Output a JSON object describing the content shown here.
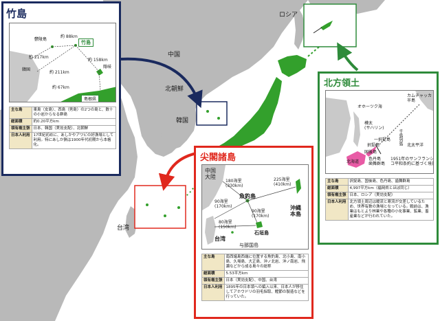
{
  "map": {
    "labels": {
      "russia": "ロシア",
      "china": "中国",
      "north_korea": "北朝鮮",
      "south_korea": "韓国",
      "taiwan": "台湾"
    },
    "colors": {
      "sea": "#ffffff",
      "land": "#b9b9b9",
      "japan": "#33a02c",
      "takeshima_frame": "#1a2a5e",
      "senkaku_frame": "#e0281d",
      "northern_frame": "#2e8b3a"
    }
  },
  "takeshima": {
    "title": "竹島",
    "inset": {
      "ulleungdo": "鬱陵島",
      "takeshima": "竹島",
      "korea": "韓国",
      "oki": "隠岐",
      "shimane": "島根県",
      "d1": "約 88km",
      "d2": "約 217km",
      "d3": "約 158km",
      "d4": "約 211km",
      "d5": "約 67km"
    },
    "table": [
      {
        "key": "主な島",
        "value": "東島（女島）、西島（男島）の2つの島と、数十の小岩からなる群島"
      },
      {
        "key": "総面積",
        "value": "約0.20平方km"
      },
      {
        "key": "領有権主張",
        "value": "日本、韓国（実効支配）、北朝鮮"
      },
      {
        "key": "日本人利用",
        "value": "17世紀初めに、あしかやアワビの好漁場として利用。特にあしか猟は1900年代初期から本格化。"
      }
    ]
  },
  "senkaku": {
    "title": "尖閣諸島",
    "inset": {
      "china_mainland": "中国\n大陸",
      "uotsuri": "魚釣島",
      "okinawa": "沖縄\n本島",
      "ishigaki": "石垣島",
      "taiwan": "台湾",
      "yonaguni": "与那国島",
      "d1": "180海里\n(330km)",
      "d2": "225海里\n(410km)",
      "d3": "90海里\n(170km)",
      "d4": "90海里\n(170km)",
      "d5": "80海里\n(150km)"
    },
    "table": [
      {
        "key": "主な島",
        "value": "南西諸島西端に位置する魚釣島、北小島、南小島、久場島、大正島、沖ノ北岩、沖ノ南岩、飛瀬などから成る島々の総称"
      },
      {
        "key": "総面積",
        "value": "5.53平方km"
      },
      {
        "key": "領有権主張",
        "value": "日本（実効支配）、中国、台湾"
      },
      {
        "key": "日本人利用",
        "value": "1895年の日本領への編入以来、日本人が移住してアホウドリの羽毛採取、鰹節の製造などを行っていた。"
      }
    ]
  },
  "northern": {
    "title": "北方領土",
    "inset": {
      "kamchatka": "カムチャッカ\n半島",
      "okhotsk": "オホーツク海",
      "sakhalin": "樺太\n(サハリン)",
      "kuril": "千島列島",
      "north_pacific": "北太平洋",
      "etorofu": "択捉島",
      "kunashiri": "国後島",
      "hokkaido": "北海道",
      "shikotan": "色丹島\n歯舞群島",
      "treaty_note": "1951年のサンフランシス\nコ平和条約に基づく境界線",
      "four_islands": "一択捉島"
    },
    "table": [
      {
        "key": "主な島",
        "value": "択捉島、国後島、色丹島、歯舞群島"
      },
      {
        "key": "総面積",
        "value": "4,997平方km（福岡県とほぼ同じ）"
      },
      {
        "key": "領有権主張",
        "value": "日本、ロシア（実効支配）"
      },
      {
        "key": "日本人利用",
        "value": "北方領土周辺は暖流と寒流が交差しているため、世界有数の漁場となっている。戦前は、漁業はもとより林業や各種の小化事業、鉱業、畜産業などが行われていた。"
      }
    ]
  }
}
